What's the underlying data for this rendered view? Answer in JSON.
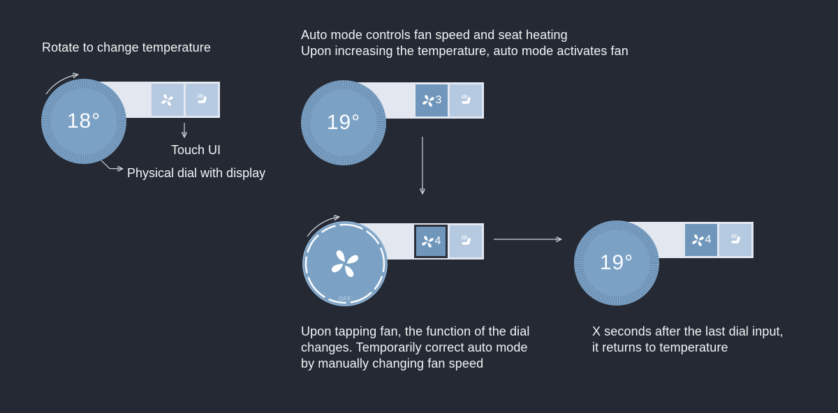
{
  "colors": {
    "background": "#242933",
    "dial": "#7BA1C5",
    "panel": "#E2E7F0",
    "button_inactive": "#B5C9E1",
    "button_active": "#7097BB",
    "selected_border": "#2A2F39",
    "arrow": "#D9DEE5",
    "text": "#F2F4F6"
  },
  "steps": [
    {
      "caption": "Rotate to change temperature",
      "dial": {
        "display": "18°",
        "mode": "temperature"
      },
      "fan_button": {
        "level": "",
        "active": false
      },
      "seat_button": {
        "active": false
      },
      "annotations": {
        "touch_ui": "Touch UI",
        "physical_dial": "Physical dial with display"
      }
    },
    {
      "caption": "Auto mode controls fan speed and seat heating\nUpon increasing the temperature, auto mode activates fan",
      "dial": {
        "display": "19°",
        "mode": "temperature"
      },
      "fan_button": {
        "level": "3",
        "active": true
      },
      "seat_button": {
        "active": false
      }
    },
    {
      "caption": "Upon tapping fan, the function of the dial\nchanges. Temporarily correct auto mode\nby manually changing fan speed",
      "dial": {
        "display": "",
        "mode": "fan",
        "off_label": "OFF"
      },
      "fan_button": {
        "level": "4",
        "active": true,
        "selected": true
      },
      "seat_button": {
        "active": false
      }
    },
    {
      "caption": "X seconds after the last dial input,\nit returns to temperature",
      "dial": {
        "display": "19°",
        "mode": "temperature"
      },
      "fan_button": {
        "level": "4",
        "active": true
      },
      "seat_button": {
        "active": false
      }
    }
  ]
}
